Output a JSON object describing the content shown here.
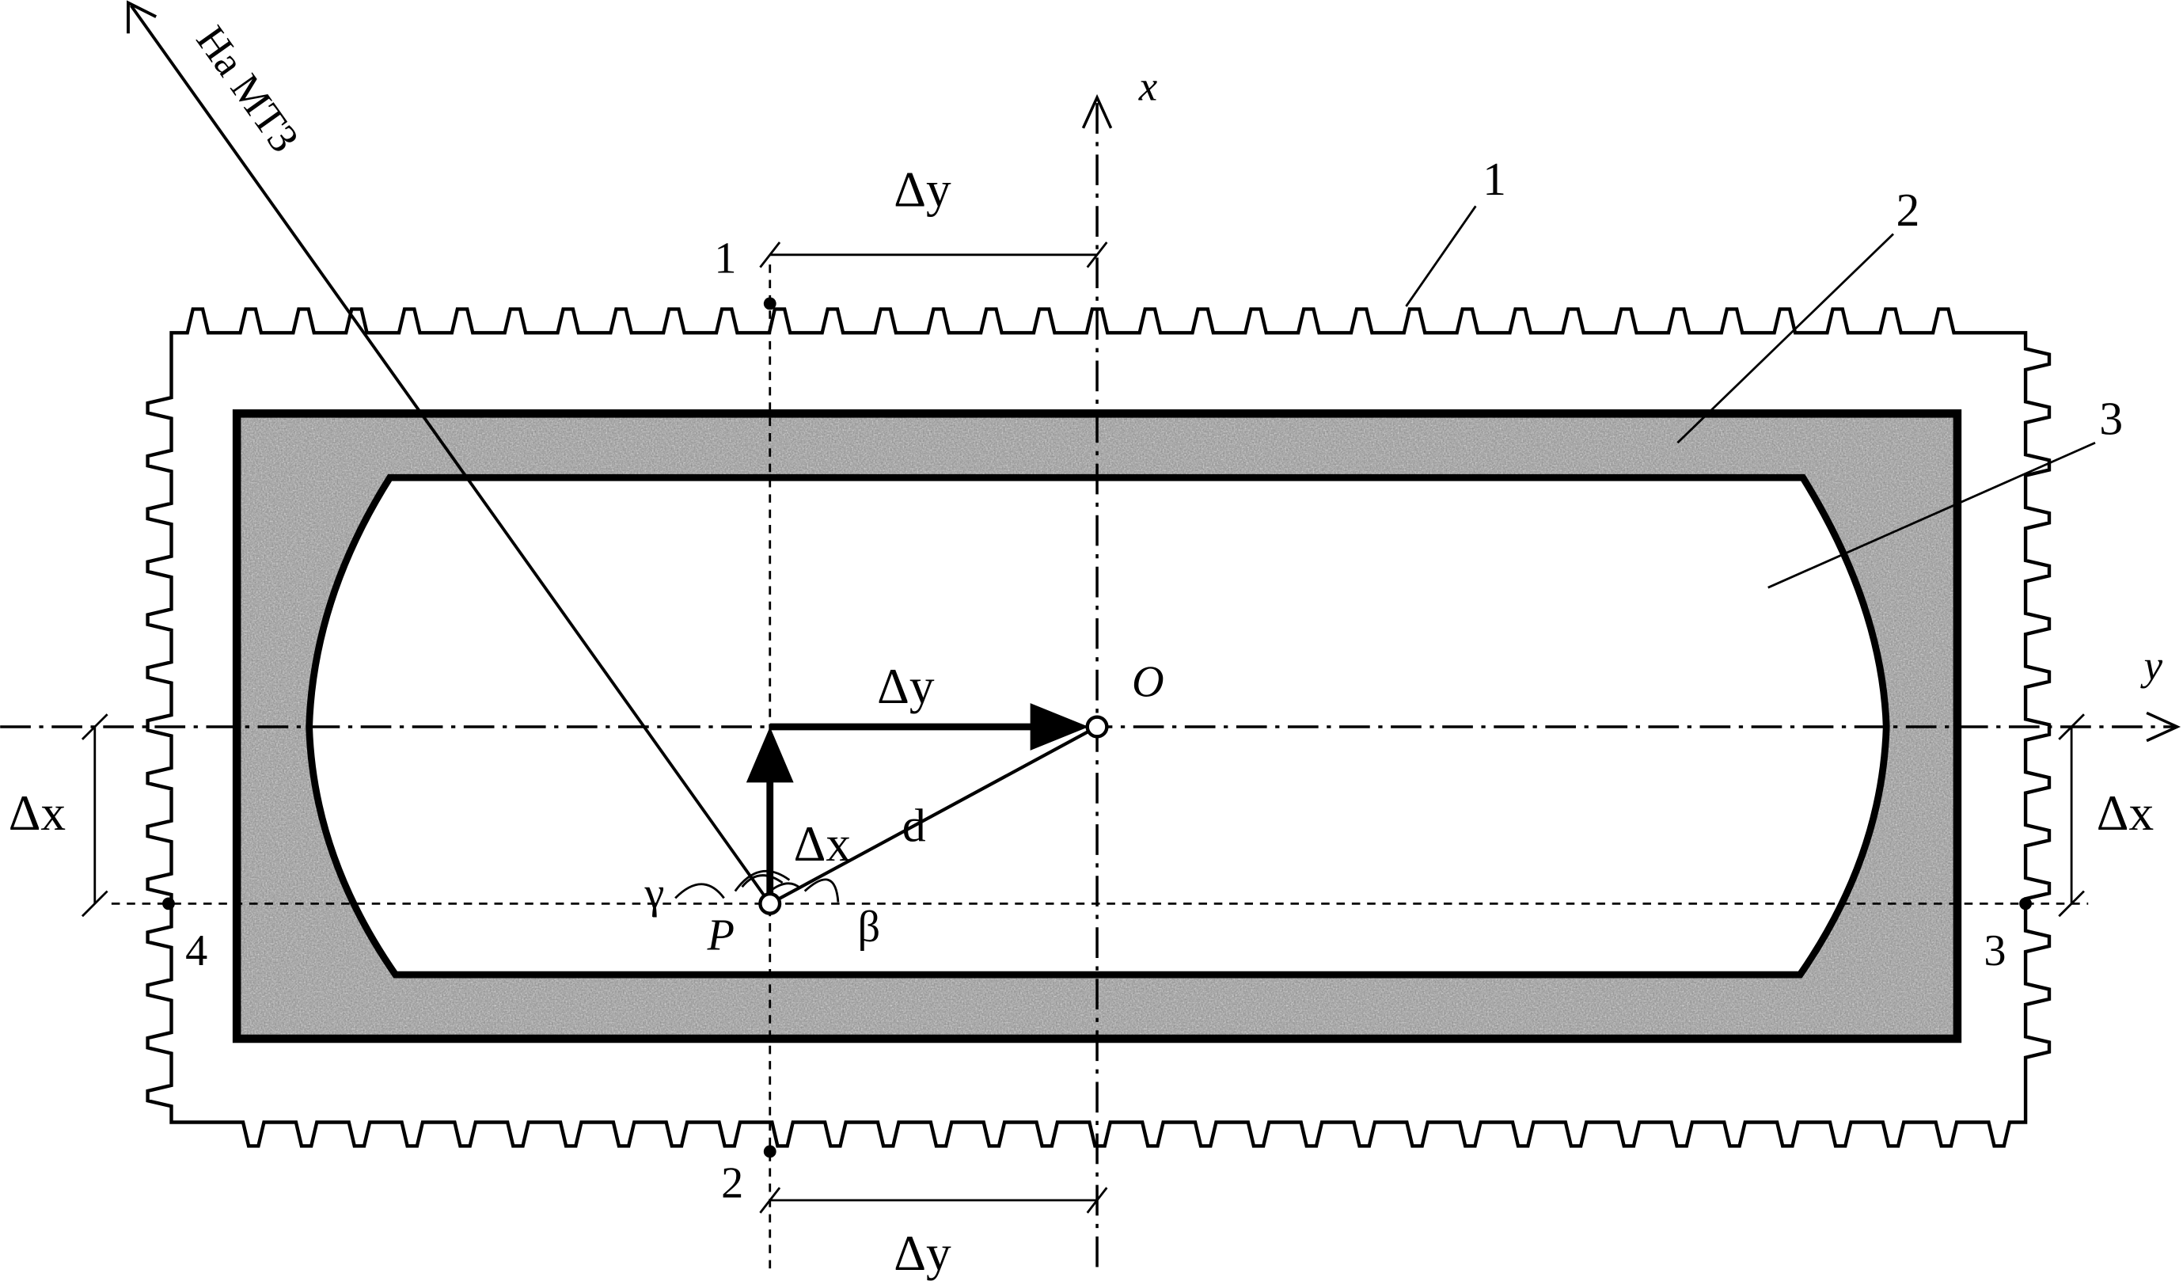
{
  "labels": {
    "direction_text": "На МТЗ",
    "axis_x": "x",
    "axis_y": "y",
    "origin": "O",
    "point_p": "P",
    "delta_y": "Δy",
    "delta_x": "Δx",
    "distance": "d",
    "angle_gamma": "γ",
    "angle_beta": "β",
    "callout_1": "1",
    "callout_2": "2",
    "callout_3": "3",
    "point_1": "1",
    "point_2": "2",
    "point_3": "3",
    "point_4": "4"
  },
  "colors": {
    "ink": "#000000",
    "fill_texture": "#8a8a8a",
    "background": "#ffffff"
  }
}
